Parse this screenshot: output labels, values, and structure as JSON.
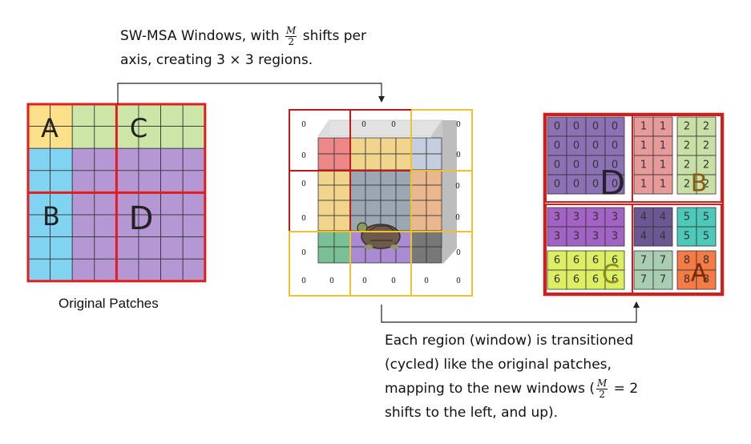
{
  "caption_top": {
    "line1_pre": "SW-MSA Windows, with ",
    "frac_num": "M",
    "frac_den": "2",
    "line1_post": " shifts per",
    "line2": "axis, creating 3 × 3 regions."
  },
  "caption_bottom": {
    "line1": "Each region (window) is transitioned",
    "line2": "(cycled) like the original patches,",
    "line3_pre": "mapping to the new windows (",
    "frac_num": "M",
    "frac_den": "2",
    "line3_post": " = 2",
    "line4": "shifts to the left, and up)."
  },
  "original_label": "Original Patches",
  "original_grid": {
    "quadrant_labels": [
      "A",
      "B",
      "C",
      "D"
    ],
    "colors": {
      "yellow": "#fde08a",
      "green": "#cce6a8",
      "blue": "#80d4f2",
      "purple": "#b597d3",
      "red": "#e11d1d"
    }
  },
  "middle_grid": {
    "zero": "0",
    "colors": {
      "window_red": "#c0181d",
      "window_yellow": "#efbf34",
      "pink": "#ee8888",
      "yellow": "#f1d58c",
      "grey_blue": "#c4cede",
      "tan": "#e9b88f",
      "steel": "#9ba8b4",
      "green": "#79c097",
      "purple": "#a98bd2",
      "dark": "#787878"
    }
  },
  "right_grid": {
    "region_values": [
      "0",
      "1",
      "2",
      "3",
      "4",
      "5",
      "6",
      "7",
      "8"
    ],
    "labels": [
      "D",
      "B",
      "C",
      "A"
    ],
    "colors": {
      "r0": "#8c72b5",
      "r1": "#e79a9a",
      "r2": "#c8e0a6",
      "r3": "#a263c4",
      "r4": "#6b5792",
      "r5": "#4dc9ba",
      "r6": "#dcef63",
      "r7": "#a9cdb0",
      "r8": "#f47b44"
    }
  }
}
